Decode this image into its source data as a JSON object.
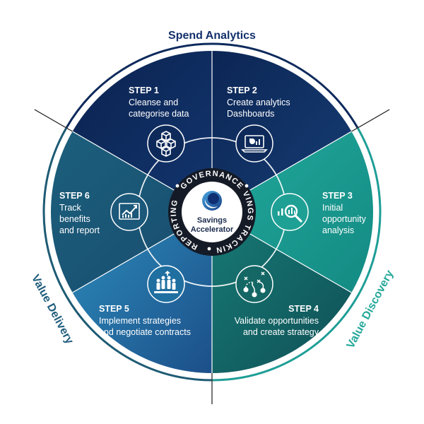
{
  "outer_labels": {
    "top": "Spend Analytics",
    "left": "Value Delivery",
    "right": "Value Discovery"
  },
  "ring_labels": {
    "governance": "GOVERNANCE",
    "savings_tracking": "SAVINGS TRACKING",
    "reporting": "REPORTING"
  },
  "center": {
    "line1": "Savings",
    "line2": "Accelerator"
  },
  "steps": [
    {
      "title": "STEP 1",
      "lines": [
        "Cleanse and",
        "categorise data"
      ],
      "icon": "cubes-icon"
    },
    {
      "title": "STEP 2",
      "lines": [
        "Create analytics",
        "Dashboards"
      ],
      "icon": "laptop-dashboard-icon"
    },
    {
      "title": "STEP 3",
      "lines": [
        "Initial",
        "opportunity",
        "analysis"
      ],
      "icon": "chart-magnifier-icon"
    },
    {
      "title": "STEP 4",
      "lines": [
        "Validate opportunities",
        "and create strategy"
      ],
      "icon": "strategy-play-icon"
    },
    {
      "title": "STEP 5",
      "lines": [
        "Implement strategies",
        "and negotiate contracts"
      ],
      "icon": "team-handshake-icon"
    },
    {
      "title": "STEP 6",
      "lines": [
        "Track",
        "benefits",
        "and report"
      ],
      "icon": "trend-chart-icon"
    }
  ],
  "colors": {
    "navy": "#0e2a5c",
    "teal": "#1e9e96",
    "deep_teal": "#14605f",
    "steel_blue": "#2579a8",
    "slate_teal": "#1e5b74",
    "ring_dark": "#141a26",
    "value_delivery_label": "#1f5d7c",
    "value_discovery_label": "#24a89a",
    "spend_analytics_label": "#13306b"
  }
}
